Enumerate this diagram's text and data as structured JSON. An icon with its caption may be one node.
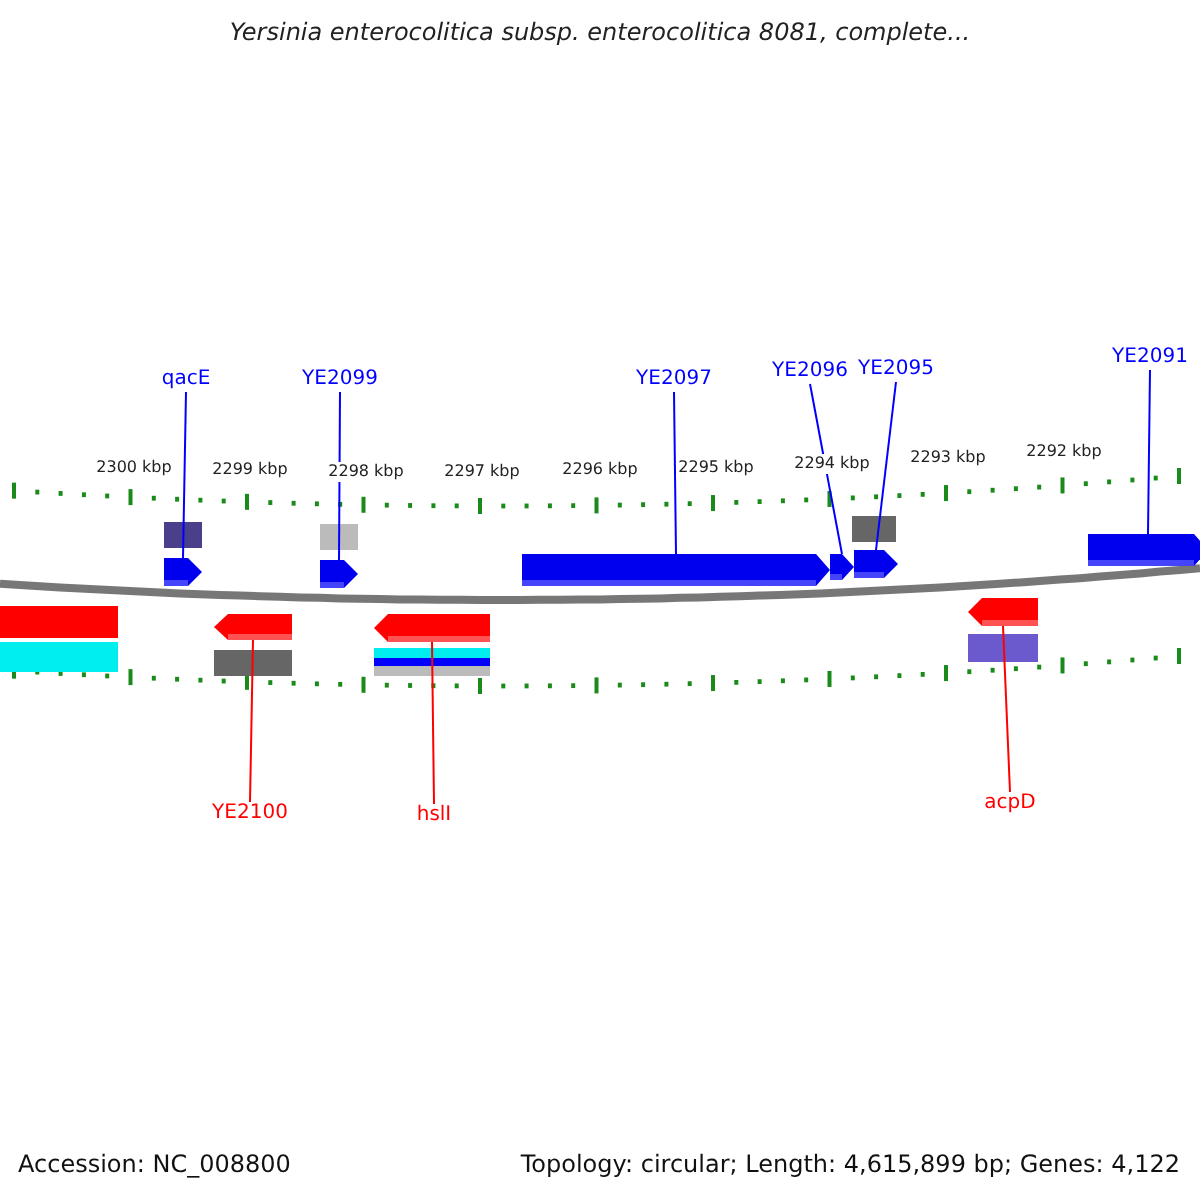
{
  "diagram": {
    "title": "Yersinia enterocolitica subsp. enterocolitica 8081, complete...",
    "nodes": [
      {
        "text": [
          "qacE"
        ]
      },
      {
        "text": [
          "YE2099"
        ]
      },
      {
        "text": [
          "YE2097"
        ]
      },
      {
        "text": [
          "YE2096"
        ]
      },
      {
        "text": [
          "YE2095"
        ]
      },
      {
        "text": [
          "YE2091"
        ]
      },
      {
        "text": [],
        "shape": "bar"
      },
      {
        "text": [],
        "shape": "bar"
      },
      {
        "text": [],
        "shape": "bar"
      },
      {
        "text": [],
        "shape": "bar"
      },
      {
        "text": [],
        "shape": "bar"
      },
      {
        "text": [],
        "shape": "bar"
      },
      {
        "text": [],
        "shape": "bar"
      },
      {
        "text": [],
        "shape": "bar"
      },
      {
        "text": [],
        "shape": "bar"
      },
      {
        "text": [
          "YE2100"
        ]
      },
      {
        "text": [
          "hslI"
        ]
      },
      {
        "text": [
          "acpD"
        ]
      }
    ],
    "edges": [
      {
        "from": 0,
        "to": 6,
        "arrow": "none"
      },
      {
        "from": 1,
        "to": 7,
        "arrow": "none"
      },
      {
        "from": 2,
        "to": 8,
        "arrow": "none"
      },
      {
        "from": 3,
        "to": 9,
        "arrow": "none"
      },
      {
        "from": 4,
        "to": 10,
        "arrow": "none"
      },
      {
        "from": 5,
        "to": 11,
        "arrow": "none"
      },
      {
        "from": 15,
        "to": 12,
        "arrow": "none",
        "color": "#ff0000"
      },
      {
        "from": 16,
        "to": 13,
        "arrow": "none",
        "color": "#ff0000"
      },
      {
        "from": 17,
        "to": 14,
        "arrow": "none",
        "color": "#ff0000"
      }
    ],
    "labels": [
      "2300 kbp",
      "2299 kbp",
      "2298 kbp",
      "2297 kbp",
      "2296 kbp",
      "2295 kbp",
      "2294 kbp",
      "2293 kbp",
      "2292 kbp",
      "Accession: NC_008800",
      "Topology: circular; Length: 4,615,899 bp; Genes: 4,122"
    ]
  }
}
